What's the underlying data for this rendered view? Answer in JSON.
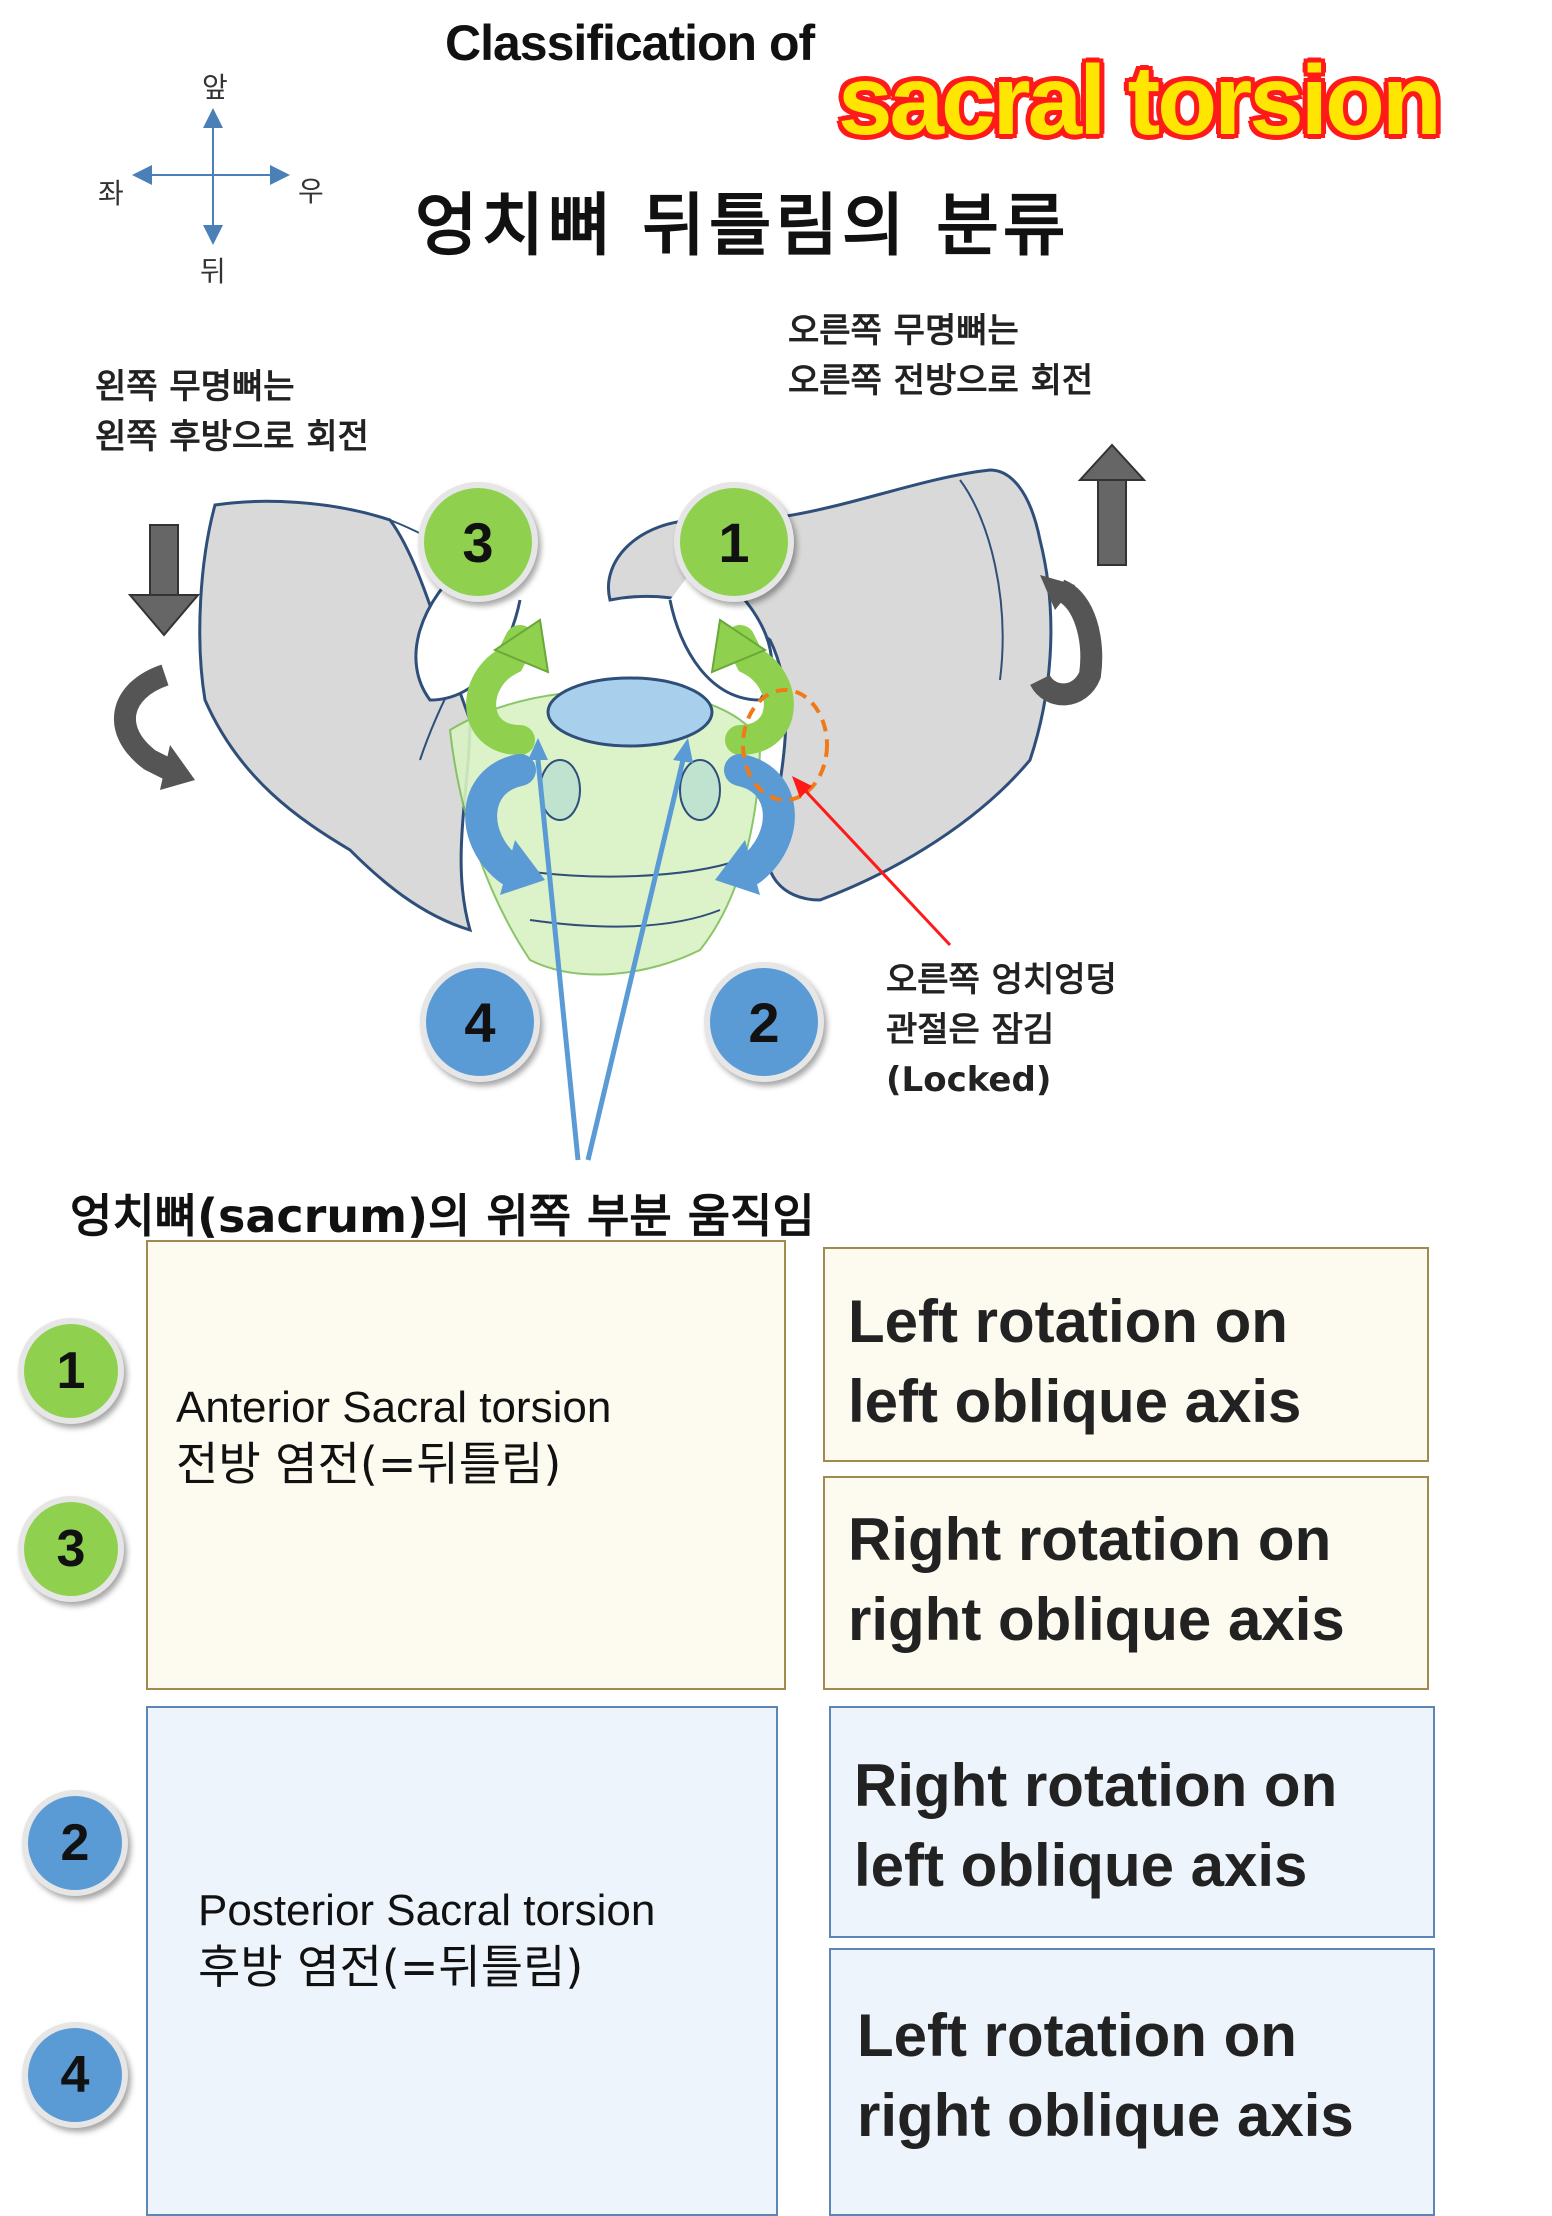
{
  "title": {
    "en_prefix": "Classification of",
    "en_accent": "sacral torsion",
    "ko": "엉치뼈 뒤틀림의 분류"
  },
  "compass": {
    "front": "앞",
    "back": "뒤",
    "left": "좌",
    "right": "우"
  },
  "notes": {
    "left_innominate": [
      "왼쪽 무명뼈는",
      "왼쪽 후방으로 회전"
    ],
    "right_innominate": [
      "오른쪽 무명뼈는",
      "오른쪽 전방으로 회전"
    ],
    "si_joint": [
      "오른쪽 엉치엉덩",
      "관절은 잠김",
      "(Locked)"
    ]
  },
  "badges": {
    "one": "1",
    "two": "2",
    "three": "3",
    "four": "4"
  },
  "sacrum_caption": "엉치뼈(sacrum)의 위쪽 부분 움직임",
  "anterior": {
    "en": "Anterior Sacral torsion",
    "ko": "전방 염전(=뒤틀림)",
    "row1": [
      "Left rotation on",
      "left oblique axis"
    ],
    "row2": [
      "Right rotation on",
      "right oblique axis"
    ]
  },
  "posterior": {
    "en": "Posterior Sacral torsion",
    "ko": "후방 염전(=뒤틀림)",
    "row1": [
      "Right rotation on",
      "left oblique axis"
    ],
    "row2": [
      "Left rotation on",
      "right oblique axis"
    ]
  },
  "colors": {
    "green": "#8fd14f",
    "blue": "#5b9bd5",
    "accent_red": "#ff1a1a",
    "accent_yellow": "#ffe600",
    "bone": "#d9d9d9"
  }
}
